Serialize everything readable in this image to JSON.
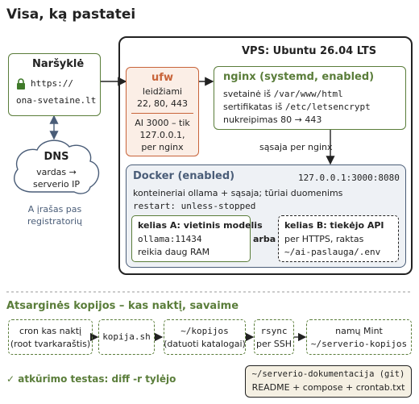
{
  "title": "Visa, ką pastatei",
  "browser": {
    "heading": "Naršyklė",
    "url_line1": "https://",
    "url_line2": "ona-svetaine.lt",
    "lock_icon": "lock-icon"
  },
  "dns": {
    "heading": "DNS",
    "line1": "vardas →",
    "line2": "serverio IP",
    "note_line1": "A įrašas pas",
    "note_line2": "registratorių"
  },
  "vps": {
    "title": "VPS: Ubuntu 26.04 LTS"
  },
  "ufw": {
    "title": "ufw",
    "line1": "leidžiami",
    "line2": "22, 80, 443",
    "line3": "AI 3000 – tik",
    "line4": "127.0.0.1,",
    "line5": "per nginx"
  },
  "nginx": {
    "title": "nginx (systemd, enabled)",
    "line1_prefix": "svetainė iš ",
    "line1_code": "/var/www/html",
    "line2_prefix": "sertifikatas iš ",
    "line2_code": "/etc/letsencrypt",
    "line3": "nukreipimas 80 → 443"
  },
  "edge_label": "sąsaja per nginx",
  "docker": {
    "title": "Docker (enabled)",
    "address": "127.0.0.1:3000:8080",
    "line1": "konteineriai ollama + sąsaja; tūriai duomenims",
    "line2": "restart: unless-stopped",
    "path_a": {
      "title": "kelias A: vietinis modelis",
      "line1": "ollama:11434",
      "line2": "reikia daug RAM"
    },
    "or_label": "arba",
    "path_b": {
      "title": "kelias B: tiekėjo API",
      "line1": "per HTTPS, raktas",
      "line2": "~/ai-paslauga/.env"
    }
  },
  "backup": {
    "heading": "Atsarginės kopijos – kas naktį, savaime",
    "steps": [
      {
        "line1": "cron kas naktį",
        "line2": "(root tvarkaraštis)"
      },
      {
        "line1": "kopija.sh",
        "line2": ""
      },
      {
        "line1": "~/kopijos",
        "line2": "(datuoti katalogai)"
      },
      {
        "line1": "rsync",
        "line2": "per SSH"
      },
      {
        "line1": "namų Mint",
        "line2": "~/serverio-kopijos"
      }
    ],
    "restore_test": "✓ atkūrimo testas: diff -r tylėjo",
    "docs_line1": "~/serverio-dokumentacija (git)",
    "docs_line2": "README + compose + crontab.txt"
  },
  "colors": {
    "green": "#5a7d3a",
    "orange": "#c8643a",
    "orange_fill": "#fbeee6",
    "blue_gray": "#4a5d78",
    "docker_fill": "#eef1f5",
    "docs_fill": "#f5f0e3"
  }
}
